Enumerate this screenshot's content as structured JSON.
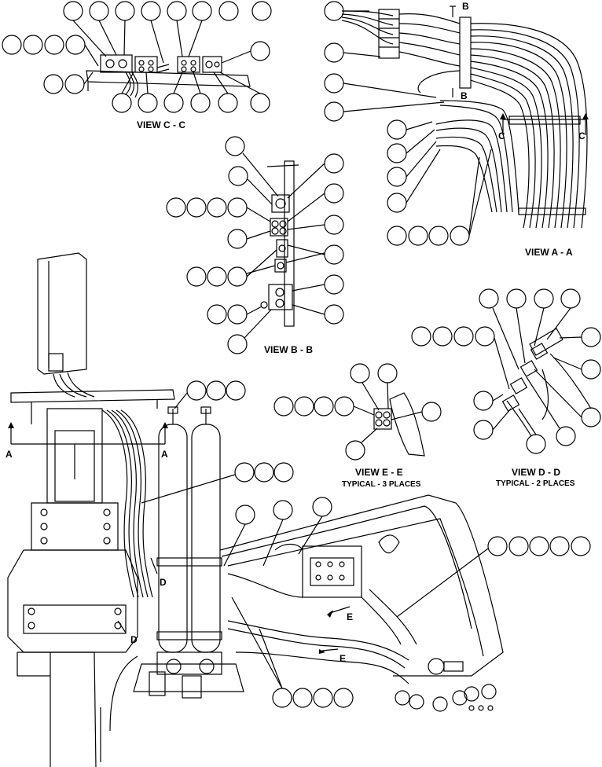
{
  "views": {
    "view_c": "VIEW C - C",
    "view_b": "VIEW B - B",
    "view_a": "VIEW A - A",
    "view_e": "VIEW E - E",
    "view_e_note": "TYPICAL - 3 PLACES",
    "view_d": "VIEW D - D",
    "view_d_note": "TYPICAL - 2 PLACES"
  },
  "section_markers": {
    "a_left": "A",
    "a_right": "A",
    "b_top": "B",
    "b_bottom": "B",
    "c_left": "C",
    "c_right": "C",
    "d_upper": "D",
    "d_lower": "D",
    "e_upper": "E",
    "e_lower": "E"
  },
  "colors": {
    "line": "#000000",
    "background": "#ffffff"
  }
}
